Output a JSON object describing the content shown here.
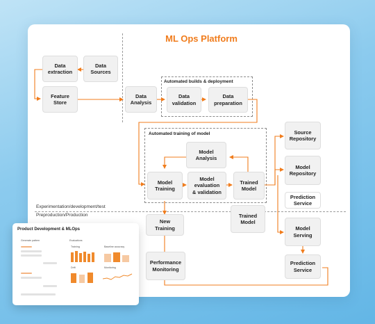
{
  "title": "ML Ops Platform",
  "boxes": {
    "data_extraction": "Data\nextraction",
    "data_sources": "Data\nSources",
    "feature_store": "Feature\nStore",
    "data_analysis": "Data\nAnalysis",
    "data_validation": "Data\nvalidation",
    "data_preparation": "Data\npreparation",
    "model_analysis": "Model\nAnalysis",
    "model_training": "Model\nTraining",
    "model_eval": "Model\nevaluation\n& validation",
    "trained_model": "Trained\nModel",
    "source_repository": "Source\nRepository",
    "model_repository": "Model\nRepository",
    "prediction_service_top": "Prediction\nService",
    "trained_model_lower": "Trained\nModel",
    "new_training": "New\nTraining",
    "performance_monitoring": "Performance\nMonitoring",
    "model_serving": "Model\nServing",
    "prediction_service_bottom": "Prediction\nService"
  },
  "groups": {
    "automated_builds": "Automated builds & deployment",
    "automated_training": "Automated training of model"
  },
  "zones": {
    "experimentation": "Experimentation/development/test",
    "preproduction": "Preproduction/Production"
  },
  "inset": {
    "title": "Product Development & MLOps",
    "panel_left": "Generate pattern",
    "panel_right": "Evaluations",
    "sub1": "Training",
    "sub2": "Baseline accuracy",
    "sub3": "Drift",
    "sub4": "Monitoring"
  },
  "colors": {
    "accent": "#f07c1c",
    "box_fill": "#f1f1f1",
    "background": "#8ccbee"
  }
}
